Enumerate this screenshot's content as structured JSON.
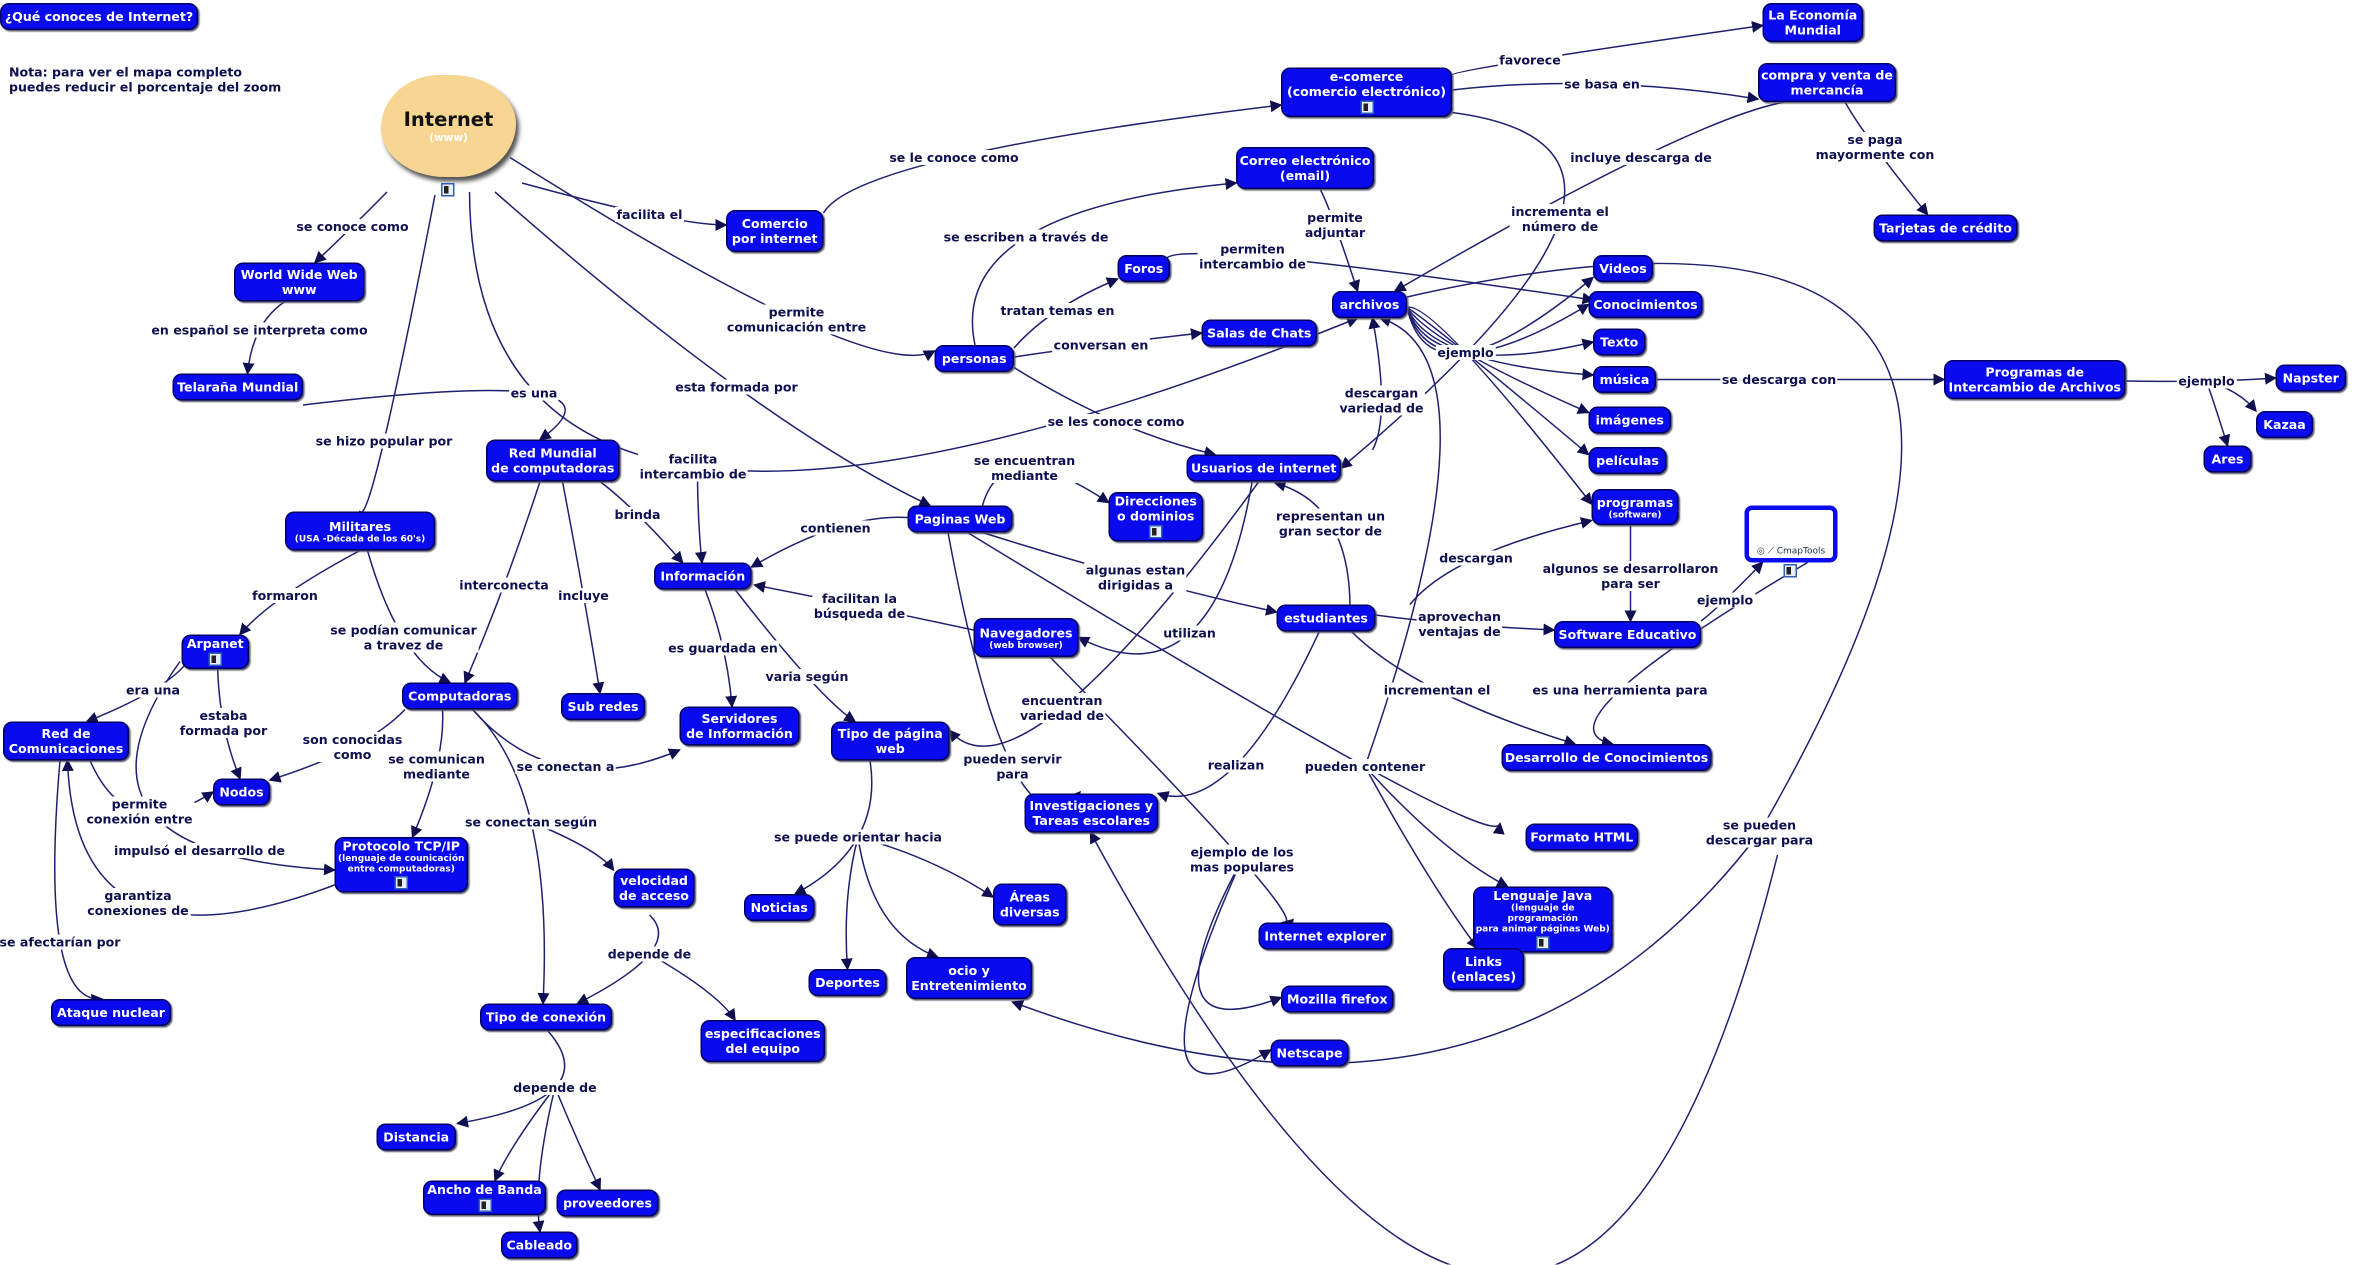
{
  "title": "¿Qué conoces de Internet?",
  "note": "Nota: para ver el mapa completo\npuedes reducir el porcentaje del zoom",
  "root": {
    "label": "Internet",
    "sub": "(www)"
  },
  "cmaptools_logo": "CmapTools knowledge modeling kit",
  "colors": {
    "node": "#0a0aef",
    "link_text": "#101050",
    "cloud": "#f7d592"
  },
  "nodes": {
    "comercio": {
      "label": "Comercio\npor internet"
    },
    "ecomerce": {
      "label": "e-comerce\n(comercio electrónico)"
    },
    "economia": {
      "label": "La Economía\nMundial"
    },
    "compraventa": {
      "label": "compra y venta de\nmercancía"
    },
    "tarjetas": {
      "label": "Tarjetas de crédito"
    },
    "correo": {
      "label": "Correo electrónico\n(email)"
    },
    "foros": {
      "label": "Foros"
    },
    "salas": {
      "label": "Salas de Chats"
    },
    "personas": {
      "label": "personas"
    },
    "archivos": {
      "label": "archivos"
    },
    "videos": {
      "label": "Videos"
    },
    "conocimientos": {
      "label": "Conocimientos"
    },
    "texto": {
      "label": "Texto"
    },
    "musica": {
      "label": "música"
    },
    "imagenes": {
      "label": "imágenes"
    },
    "peliculas": {
      "label": "películas"
    },
    "programas": {
      "label": "programas",
      "sub": "(software)"
    },
    "intercambio": {
      "label": "Programas de\nIntercambio de Archivos"
    },
    "napster": {
      "label": "Napster"
    },
    "kazaa": {
      "label": "Kazaa"
    },
    "ares": {
      "label": "Ares"
    },
    "www": {
      "label": "World Wide Web\nwww"
    },
    "telarana": {
      "label": "Telaraña Mundial"
    },
    "redmundial": {
      "label": "Red Mundial\nde computadoras"
    },
    "militares": {
      "label": "Militares",
      "sub": "(USA -Década de los 60's)"
    },
    "usuarios": {
      "label": "Usuarios de internet"
    },
    "paginas": {
      "label": "Paginas Web"
    },
    "direcciones": {
      "label": "Direcciones\no dominios"
    },
    "informacion": {
      "label": "Información"
    },
    "estudiantes": {
      "label": "estudiantes"
    },
    "navegadores": {
      "label": "Navegadores",
      "sub": "(web browser)"
    },
    "software": {
      "label": "Software Educativo"
    },
    "arpanet": {
      "label": "Arpanet"
    },
    "computadoras": {
      "label": "Computadoras"
    },
    "subredes": {
      "label": "Sub redes"
    },
    "servidores": {
      "label": "Servidores\nde Información"
    },
    "tipopagina": {
      "label": "Tipo de página\nweb"
    },
    "redcom": {
      "label": "Red de\nComunicaciones"
    },
    "nodos": {
      "label": "Nodos"
    },
    "desarrollo": {
      "label": "Desarrollo de Conocimientos"
    },
    "investigaciones": {
      "label": "Investigaciones y\nTareas escolares"
    },
    "html": {
      "label": "Formato HTML"
    },
    "tcpip": {
      "label": "Protocolo TCP/IP",
      "sub": "(lenguaje de counicación\nentre computadoras)"
    },
    "velocidad": {
      "label": "velocidad\nde acceso"
    },
    "java": {
      "label": "Lenguaje Java",
      "sub": "(lenguaje de programación\npara animar páginas Web)"
    },
    "noticias": {
      "label": "Noticias"
    },
    "areas": {
      "label": "Áreas\ndiversas"
    },
    "links": {
      "label": "Links\n(enlaces)"
    },
    "deportes": {
      "label": "Deportes"
    },
    "ocio": {
      "label": "ocio y\nEntretenimiento"
    },
    "ie": {
      "label": "Internet explorer"
    },
    "mozilla": {
      "label": "Mozilla firefox"
    },
    "ataque": {
      "label": "Ataque nuclear"
    },
    "tipoconexion": {
      "label": "Tipo de conexión"
    },
    "especificaciones": {
      "label": "especificaciones\ndel equipo"
    },
    "netscape": {
      "label": "Netscape"
    },
    "distancia": {
      "label": "Distancia"
    },
    "ancho": {
      "label": "Ancho de Banda"
    },
    "proveedores": {
      "label": "proveedores"
    },
    "cableado": {
      "label": "Cableado"
    }
  },
  "links": {
    "l1": "se conoce como",
    "l2": "en español se interpreta como",
    "l3": "es una",
    "l4": "se hizo popular por",
    "l5": "facilita el",
    "l6": "se le conoce como",
    "l7": "favorece",
    "l8": "se basa en",
    "l9": "incluye descarga de",
    "l10": "se paga\nmayormente con",
    "l11": "incrementa el\nnúmero de",
    "l12": "permite\nadjuntar",
    "l13": "se escriben a través de",
    "l14": "permiten\nintercambio de",
    "l15": "tratan temas en",
    "l16": "conversan en",
    "l17": "permite\ncomunicación entre",
    "l18": "ejemplo",
    "l19": "se descarga con",
    "l20": "ejemplo",
    "l21": "esta formada por",
    "l22": "facilita\nintercambio de",
    "l23": "se les conoce como",
    "l24": "descargan\nvariedad de",
    "l25": "se encuentran\nmediante",
    "l26": "brinda",
    "l27": "contienen",
    "l28": "representan un\ngran sector de",
    "l29": "descargan",
    "l30": "algunos se desarrollaron\npara ser",
    "l31": "ejemplo",
    "l32": "formaron",
    "l33": "interconecta",
    "l34": "incluye",
    "l35": "algunas estan\ndirigidas a",
    "l36": "facilitan la\nbúsqueda de",
    "l37": "se podían comunicar\na travez de",
    "l38": "aprovechan\nventajas de",
    "l39": "utilizan",
    "l40": "es guardada en",
    "l41": "varia según",
    "l42": "era una",
    "l43": "estaba\nformada por",
    "l44": "incrementan el",
    "l45": "es una herramienta para",
    "l46": "encuentran\nvariedad de",
    "l47": "son conocidas\ncomo",
    "l48": "se comunican\nmediante",
    "l49": "se conectan a",
    "l50": "pueden servir\npara",
    "l51": "realizan",
    "l52": "pueden contener",
    "l53": "permite\nconexión entre",
    "l54": "se conectan según",
    "l55": "se puede orientar hacia",
    "l56": "se pueden\ndescargar para",
    "l57": "impulsó el desarrollo de",
    "l58": "ejemplo de los\nmas populares",
    "l59": "garantiza\nconexiones de",
    "l60": "depende de",
    "l61": "se afectarían por",
    "l62": "depende de"
  }
}
